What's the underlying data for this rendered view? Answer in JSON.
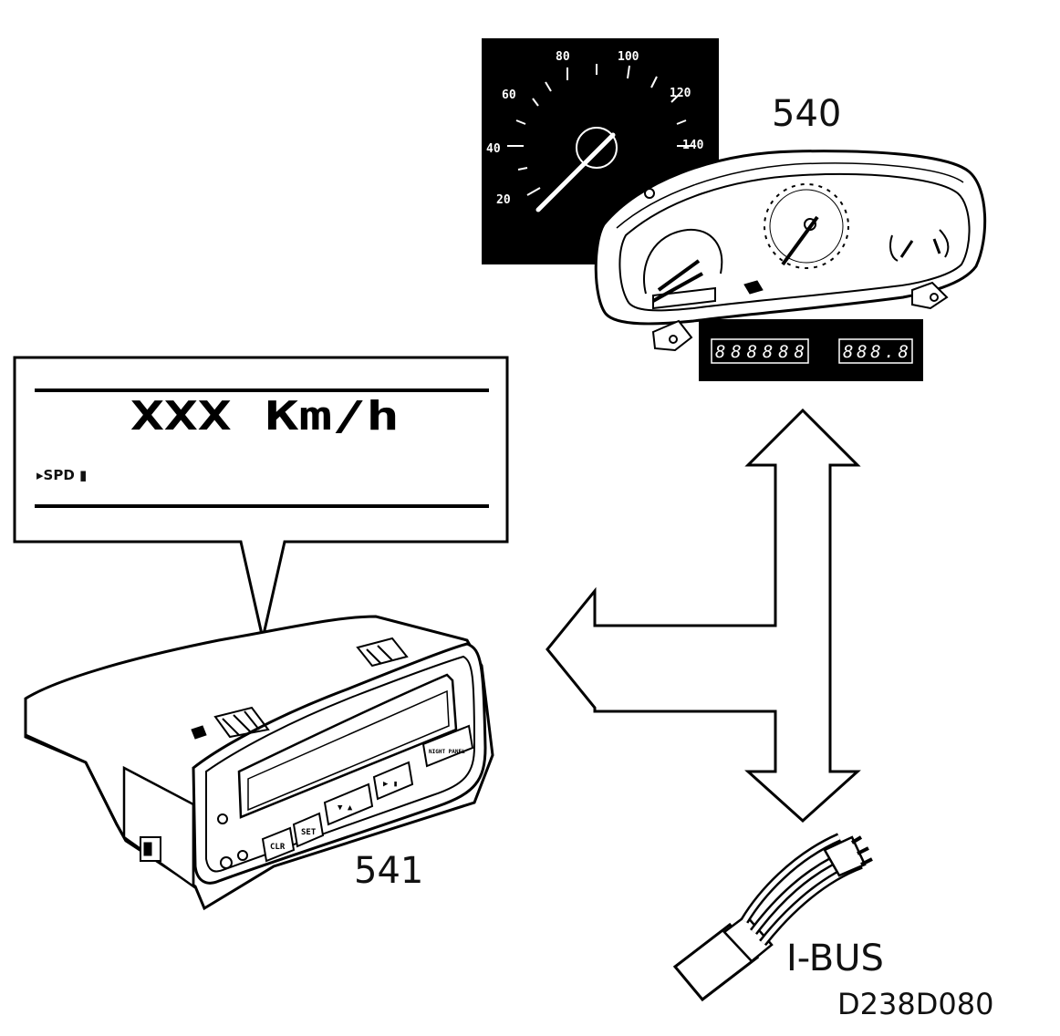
{
  "speedometer": {
    "ticks": [
      "20",
      "40",
      "60",
      "80",
      "100",
      "120",
      "140"
    ]
  },
  "callouts": {
    "instrument_cluster": "540",
    "display_unit": "541",
    "bus": "I-BUS",
    "figure_id": "D238D080"
  },
  "cluster_display": {
    "odometer": "888888",
    "trip": "888.8"
  },
  "sid_display": {
    "speed_text": "XXX Km/h",
    "function": "▸SPD ▮"
  },
  "sid_buttons": [
    "CLR",
    "SET",
    "▼ ▲",
    "▶ ▮",
    "NIGHT PANEL"
  ],
  "colors": {
    "ink": "#000000",
    "paper": "#ffffff"
  }
}
